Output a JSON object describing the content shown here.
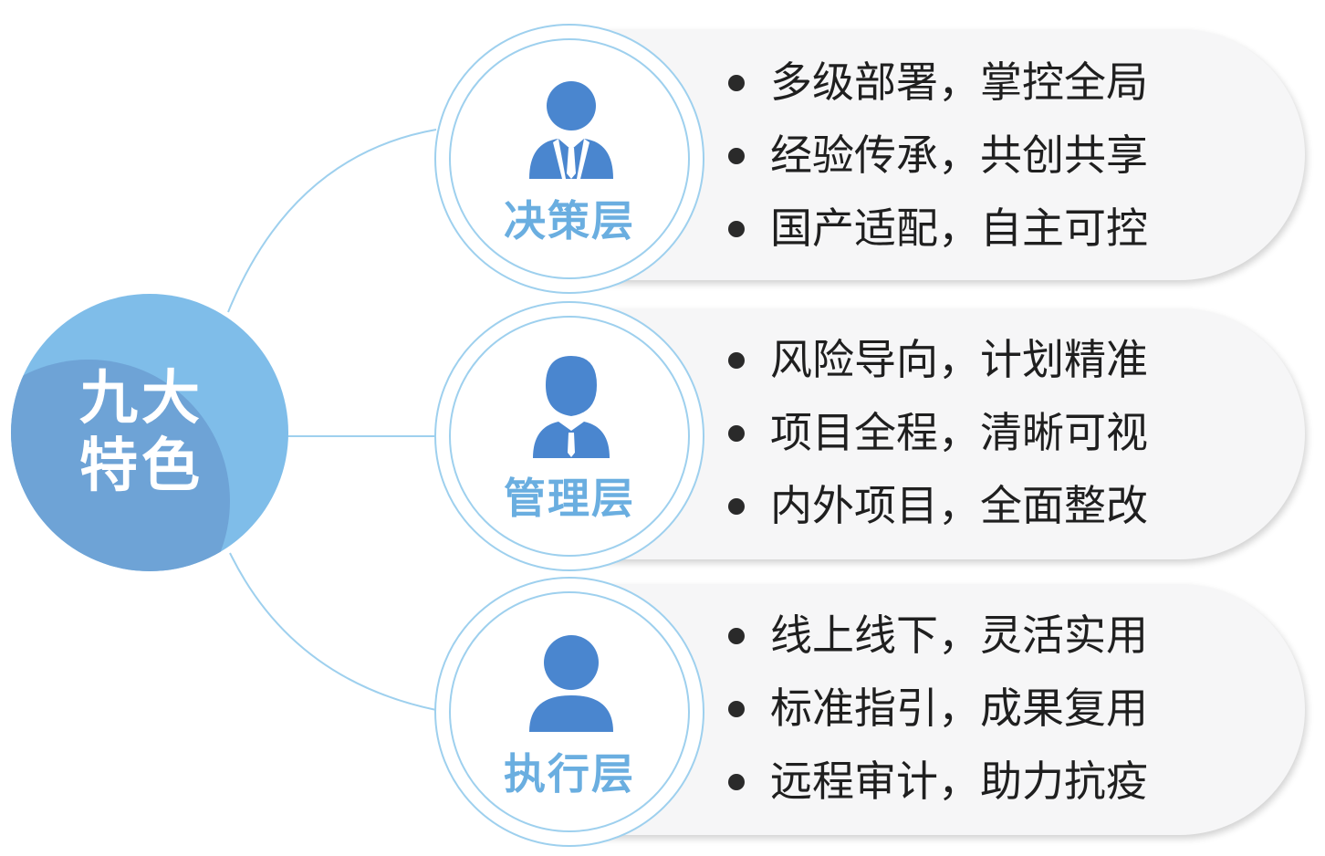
{
  "center": {
    "line1": "九大",
    "line2": "特色"
  },
  "layers": [
    {
      "label": "决策层",
      "icon": "executive-person-icon",
      "items": [
        "多级部署，掌控全局",
        "经验传承，共创共享",
        "国产适配，自主可控"
      ]
    },
    {
      "label": "管理层",
      "icon": "manager-person-icon",
      "items": [
        "风险导向，计划精准",
        "项目全程，清晰可视",
        "内外项目，全面整改"
      ]
    },
    {
      "label": "执行层",
      "icon": "staff-person-icon",
      "items": [
        "线上线下，灵活实用",
        "标准指引，成果复用",
        "远程审计，助力抗疫"
      ]
    }
  ],
  "colors": {
    "hub": "#7fbde9",
    "hub_shade": "#6ea3d6",
    "icon": "#4a86cf",
    "label": "#6aaee0",
    "ring": "#9ed0ee",
    "panel": "#f6f6f7"
  }
}
